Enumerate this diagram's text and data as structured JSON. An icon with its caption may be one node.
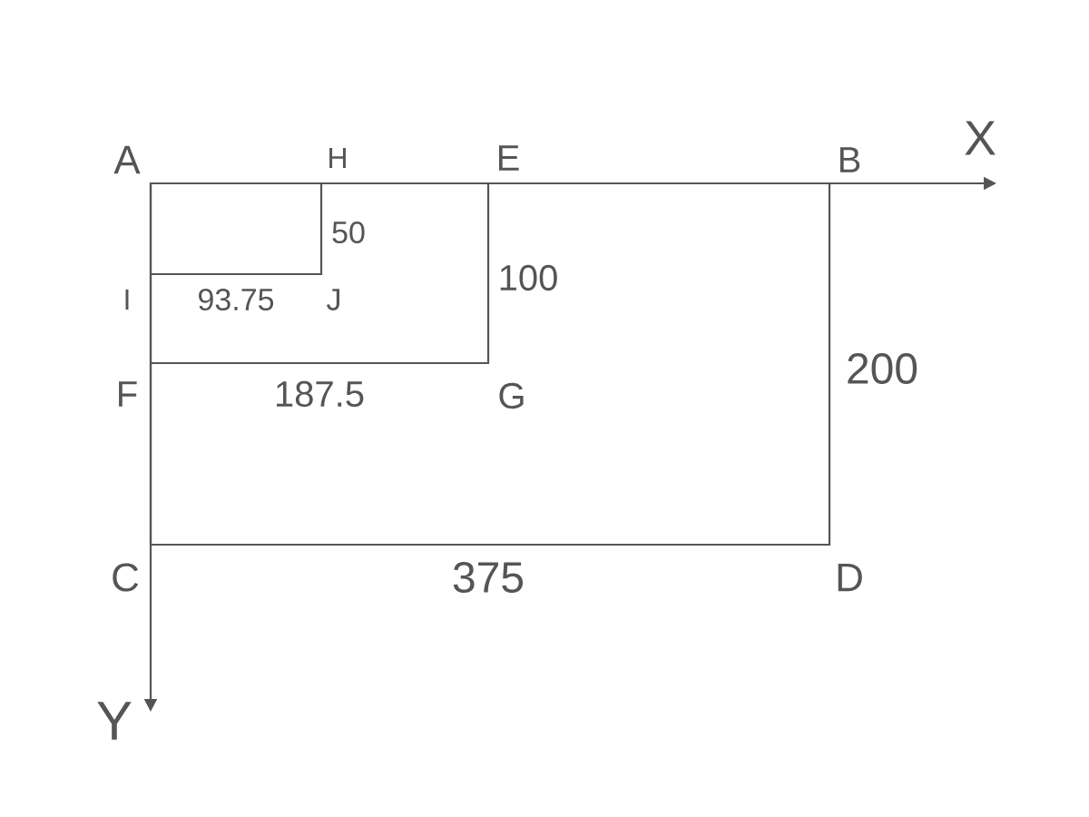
{
  "diagram": {
    "labels": [
      "A",
      "H",
      "E",
      "B",
      "X",
      "50",
      "I",
      "93.75",
      "J",
      "100",
      "F",
      "187.5",
      "G",
      "200",
      "C",
      "375",
      "D",
      "Y"
    ]
  }
}
